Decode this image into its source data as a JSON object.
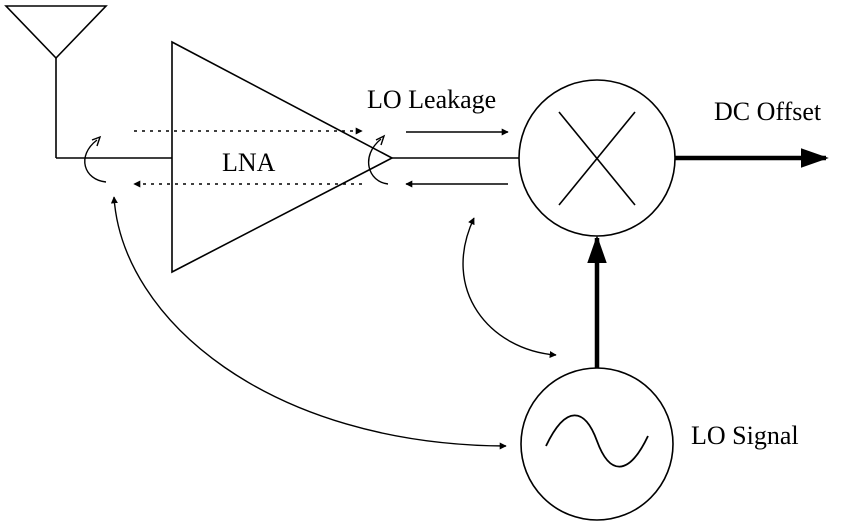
{
  "labels": {
    "lna": "LNA",
    "lo_leakage": "LO Leakage",
    "dc_offset": "DC Offset",
    "lo_signal": "LO Signal"
  },
  "colors": {
    "stroke": "#000000",
    "background": "#ffffff"
  },
  "icons": {
    "antenna": "antenna-icon",
    "mixer": "mixer-icon",
    "oscillator": "oscillator-icon"
  }
}
